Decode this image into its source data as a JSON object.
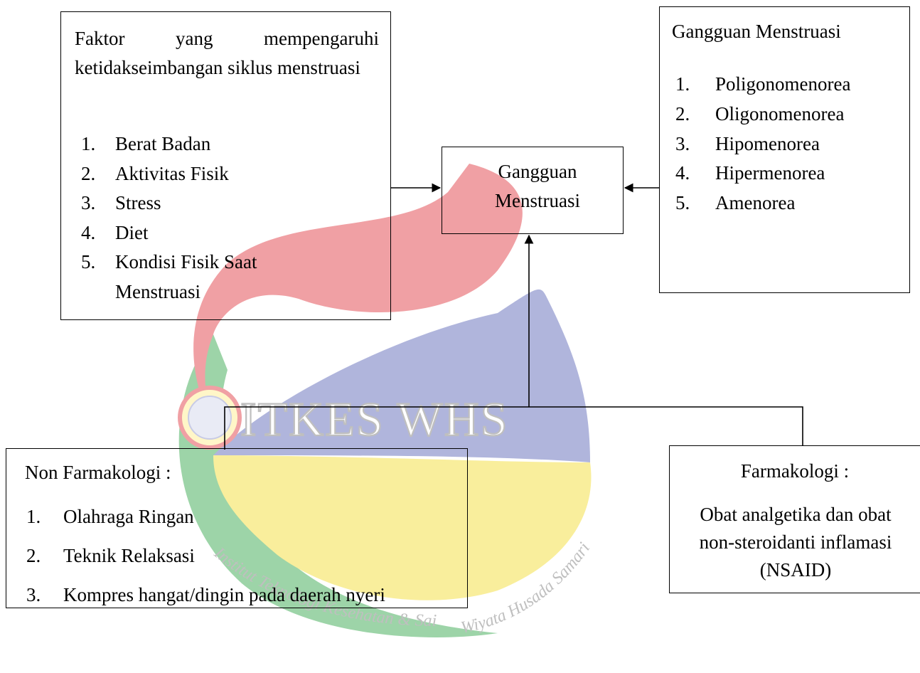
{
  "watermark": {
    "logo_text": "ITKES WHS",
    "institution_left": "Institut Teknologi Kesehatan & Sains",
    "institution_right": "Wiyata Husada Samarinda",
    "colors": {
      "red": "#f0a0a4",
      "blue": "#b0b5dc",
      "yellow": "#f9ee9c",
      "green": "#9dd4a8",
      "text": "#bfbfbf"
    }
  },
  "factors": {
    "heading": "Faktor yang mempengaruhi ketidakseimbangan siklus menstruasi",
    "items": [
      {
        "num": "1.",
        "label": "Berat Badan"
      },
      {
        "num": "2.",
        "label": "Aktivitas Fisik"
      },
      {
        "num": "3.",
        "label": "Stress"
      },
      {
        "num": "4.",
        "label": "Diet"
      },
      {
        "num": "5.",
        "label": "Kondisi Fisik Saat Menstruasi"
      }
    ]
  },
  "center": {
    "line1": "Gangguan",
    "line2": "Menstruasi"
  },
  "disorders": {
    "heading": "Gangguan Menstruasi",
    "items": [
      {
        "num": "1.",
        "label": "Poligonomenorea"
      },
      {
        "num": "2.",
        "label": "Oligonomenorea"
      },
      {
        "num": "3.",
        "label": "Hipomenorea"
      },
      {
        "num": "4.",
        "label": "Hipermenorea"
      },
      {
        "num": "5.",
        "label": "Amenorea"
      }
    ]
  },
  "non_pharmacological": {
    "heading": "Non Farmakologi :",
    "items": [
      {
        "num": "1.",
        "label": "Olahraga Ringan"
      },
      {
        "num": "2.",
        "label": "Teknik Relaksasi"
      },
      {
        "num": "3.",
        "label": "Kompres hangat/dingin pada daerah nyeri"
      }
    ]
  },
  "pharmacological": {
    "heading": "Farmakologi :",
    "text": "Obat analgetika  dan obat non-steroidanti inflamasi (NSAID)"
  }
}
